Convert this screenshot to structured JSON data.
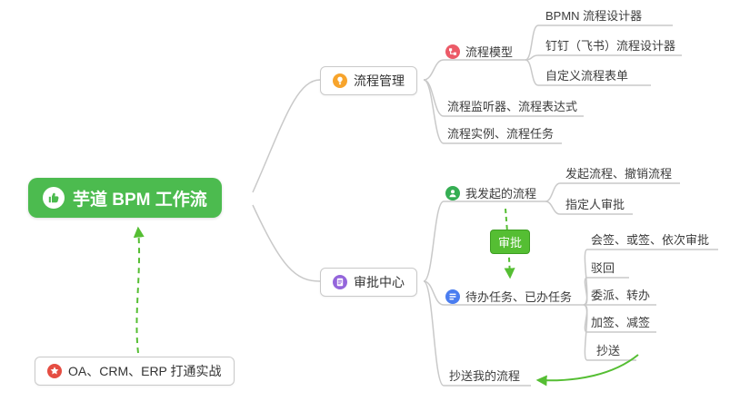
{
  "colors": {
    "root_green": "#4CBB4F",
    "connector_gray": "#C9C9C9",
    "arrow_green": "#55BE33",
    "badge_border_green": "#3D9E22",
    "icon_orange": "#F7A42C",
    "icon_pink": "#EC5B68",
    "icon_purple": "#9465DB",
    "icon_green": "#35AE53",
    "icon_blue": "#4A7DF0",
    "icon_red": "#E54D42"
  },
  "nodes": {
    "root": {
      "label": "芋道 BPM 工作流"
    },
    "process_management": {
      "label": "流程管理"
    },
    "process_model": {
      "label": "流程模型"
    },
    "bpmn_designer": {
      "label": "BPMN 流程设计器"
    },
    "dingtalk_feishu_designer": {
      "label": "钉钉（飞书）流程设计器"
    },
    "custom_process_form": {
      "label": "自定义流程表单"
    },
    "process_listener_expression": {
      "label": "流程监听器、流程表达式"
    },
    "process_instance_task": {
      "label": "流程实例、流程任务"
    },
    "approval_center": {
      "label": "审批中心"
    },
    "my_initiated_process": {
      "label": "我发起的流程"
    },
    "initiate_cancel_process": {
      "label": "发起流程、撤销流程"
    },
    "designated_approver": {
      "label": "指定人审批"
    },
    "approval_label": {
      "label": "审批"
    },
    "todo_done_tasks": {
      "label": "待办任务、已办任务"
    },
    "countersign_or_sequential": {
      "label": "会签、或签、依次审批"
    },
    "reject": {
      "label": "驳回"
    },
    "delegate_transfer": {
      "label": "委派、转办"
    },
    "add_reduce_sign": {
      "label": "加签、减签"
    },
    "cc": {
      "label": "抄送"
    },
    "cc_my_process": {
      "label": "抄送我的流程"
    },
    "oa_crm_erp": {
      "label": "OA、CRM、ERP 打通实战"
    }
  }
}
